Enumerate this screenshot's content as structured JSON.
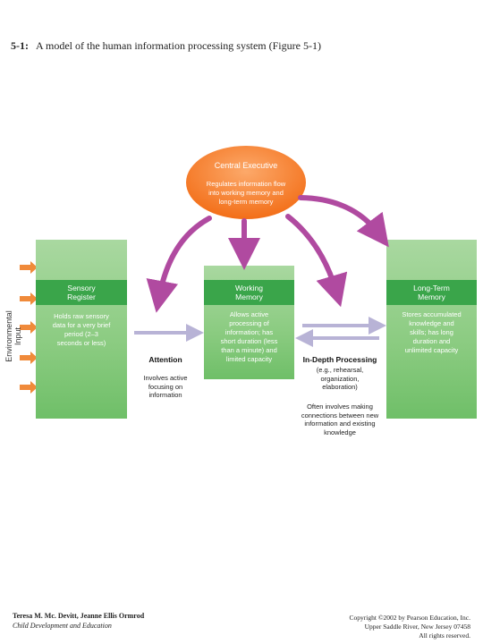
{
  "title": {
    "number": "5-1:",
    "text": "A model of the human information processing system (Figure 5-1)"
  },
  "central_executive": {
    "label": "Central Executive",
    "desc_lines": [
      "Regulates information flow",
      "into working memory and",
      "long-term memory"
    ]
  },
  "sensory_register": {
    "label_lines": [
      "Sensory",
      "Register"
    ],
    "desc_lines": [
      "Holds raw sensory",
      "data for a very brief",
      "period (2–3",
      "seconds or less)"
    ]
  },
  "working_memory": {
    "label_lines": [
      "Working",
      "Memory"
    ],
    "desc_lines": [
      "Allows active",
      "processing of",
      "information; has",
      "short duration (less",
      "than a minute) and",
      "limited capacity"
    ]
  },
  "long_term_memory": {
    "label_lines": [
      "Long-Term",
      "Memory"
    ],
    "desc_lines": [
      "Stores accumulated",
      "knowledge and",
      "skills; has long",
      "duration and",
      "unlimited capacity"
    ]
  },
  "attention": {
    "title": "Attention",
    "desc_lines": [
      "Involves active",
      "focusing on",
      "information"
    ]
  },
  "in_depth": {
    "title": "In-Depth Processing",
    "sub_lines": [
      "(e.g., rehearsal,",
      "organization,",
      "elaboration)"
    ],
    "desc_lines": [
      "Often involves making",
      "connections between new",
      "information and existing",
      "knowledge"
    ]
  },
  "environmental_input": "Environmental Input",
  "footer": {
    "authors": "Teresa M. Mc. Devitt, Jeanne Ellis Ormrod",
    "book": "Child Development and Education",
    "copyright_lines": [
      "Copyright ©2002 by Pearson Education, Inc.",
      "Upper Saddle River, New Jersey 07458",
      "All rights reserved."
    ]
  },
  "colors": {
    "box_green": "#8fcb87",
    "box_band": "#3aa54a",
    "executive_orange": "#f47a1f",
    "arrow_purple": "#b04aa0",
    "input_arrow": "#f08a3a"
  }
}
